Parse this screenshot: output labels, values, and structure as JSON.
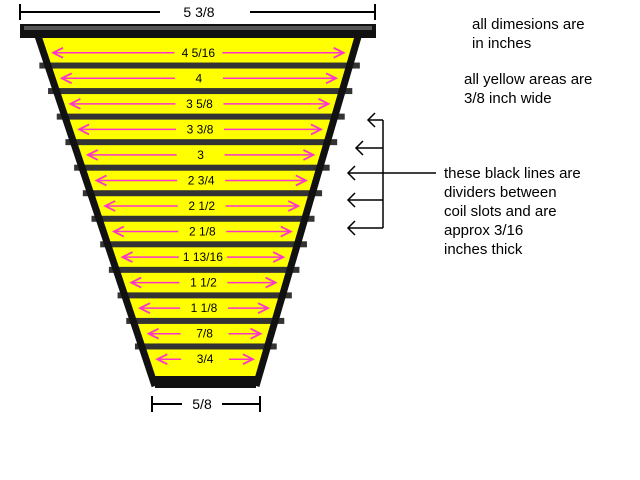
{
  "top_dimension": "5 3/8",
  "bottom_dimension": "5/8",
  "notes": {
    "dimensions_line1": "all dimesions are",
    "dimensions_line2": "in inches",
    "yellow_line1": "all yellow areas are",
    "yellow_line2": "3/8 inch wide",
    "dividers_line1": "these black lines are",
    "dividers_line2": "dividers between",
    "dividers_line3": "coil slots and are",
    "dividers_line4": "approx 3/16",
    "dividers_line5": "inches thick"
  },
  "slot_labels": [
    "4 5/16",
    "4",
    "3 5/8",
    "3 3/8",
    "3",
    "2 3/4",
    "2 1/2",
    "2 1/8",
    "1 13/16",
    "1 1/2",
    "1 1/8",
    "7/8",
    "3/4"
  ],
  "colors": {
    "slot_fill": "#ffff00",
    "divider": "#333333",
    "arrow": "#ff33cc",
    "frame": "#111111"
  },
  "icons": {
    "slot_arrow": "double-headed-arrow",
    "divider_pointer": "left-arrow",
    "dimension_line": "dimension-line"
  }
}
